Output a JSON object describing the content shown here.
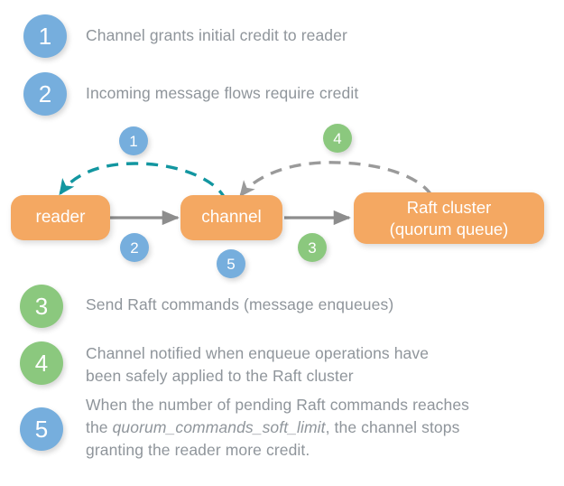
{
  "colors": {
    "blue_badge": "#76aedd",
    "green_badge": "#8bc87e",
    "node_fill": "#f4a862",
    "node_text": "#ffffff",
    "body_text": "#8f959b",
    "solid_arrow": "#8d8d8d",
    "dashed_credit_arrow": "#1296a0",
    "dashed_notify_arrow": "#9a9a9a",
    "page_background": "#ffffff"
  },
  "legend_top": [
    {
      "number": "1",
      "badge_color": "blue",
      "text": "Channel grants initial credit to reader"
    },
    {
      "number": "2",
      "badge_color": "blue",
      "text": "Incoming message flows require credit"
    }
  ],
  "diagram": {
    "nodes": [
      {
        "id": "reader",
        "label_line1": "reader",
        "label_line2": ""
      },
      {
        "id": "channel",
        "label_line1": "channel",
        "label_line2": ""
      },
      {
        "id": "raft",
        "label_line1": "Raft cluster",
        "label_line2": "(quorum queue)"
      }
    ],
    "markers": [
      {
        "number": "1",
        "badge_color": "blue",
        "name": "marker-credit-grant"
      },
      {
        "number": "2",
        "badge_color": "blue",
        "name": "marker-message-flow"
      },
      {
        "number": "3",
        "badge_color": "green",
        "name": "marker-raft-command"
      },
      {
        "number": "4",
        "badge_color": "green",
        "name": "marker-raft-applied"
      },
      {
        "number": "5",
        "badge_color": "blue",
        "name": "marker-soft-limit"
      }
    ],
    "edges": [
      {
        "name": "edge-reader-to-channel",
        "style": "solid",
        "color": "#8d8d8d"
      },
      {
        "name": "edge-channel-to-raft",
        "style": "solid",
        "color": "#8d8d8d"
      },
      {
        "name": "edge-channel-to-reader",
        "style": "dashed",
        "color": "#1296a0"
      },
      {
        "name": "edge-raft-to-channel",
        "style": "dashed",
        "color": "#9a9a9a"
      }
    ]
  },
  "legend_bottom": [
    {
      "number": "3",
      "badge_color": "green",
      "lines": [
        {
          "pre": "Send Raft commands (message enqueues)",
          "em": "",
          "post": ""
        }
      ]
    },
    {
      "number": "4",
      "badge_color": "green",
      "lines": [
        {
          "pre": "Channel notified when enqueue operations have",
          "em": "",
          "post": ""
        },
        {
          "pre": "been safely applied to the Raft cluster",
          "em": "",
          "post": ""
        }
      ]
    },
    {
      "number": "5",
      "badge_color": "blue",
      "lines": [
        {
          "pre": "When the number of pending Raft commands reaches",
          "em": "",
          "post": ""
        },
        {
          "pre": "the ",
          "em": "quorum_commands_soft_limit",
          "post": ", the channel stops"
        },
        {
          "pre": "granting the reader more credit.",
          "em": "",
          "post": ""
        }
      ]
    }
  ]
}
